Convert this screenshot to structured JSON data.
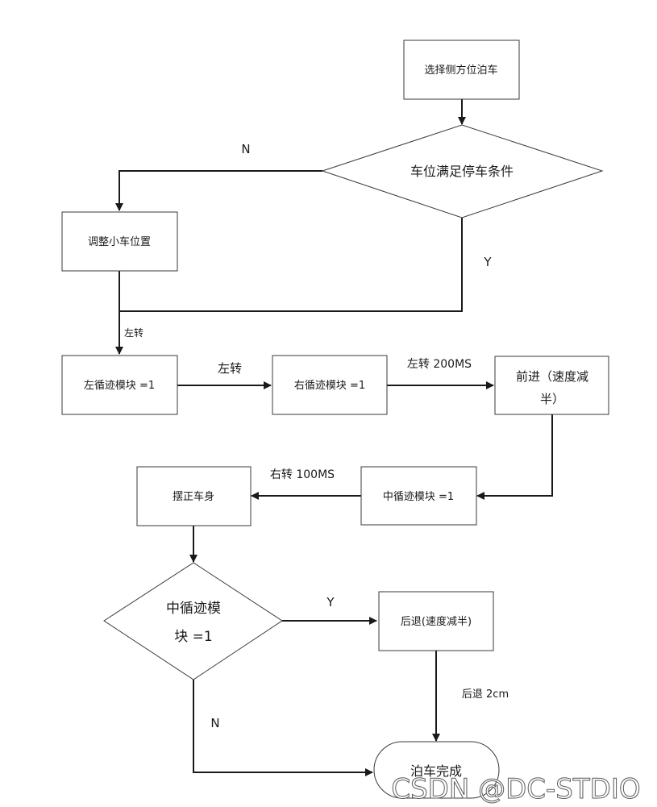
{
  "nodes": {
    "select_parking": "选择侧方位泊车",
    "space_ok": "车位满足停车条件",
    "adjust_car": "调整小车位置",
    "left_track": "左循迹模块 =1",
    "right_track": "右循迹模块 =1",
    "forward_half_line1": "前进（速度减",
    "forward_half_line2": "半）",
    "mid_track": "中循迹模块 =1",
    "straighten": "摆正车身",
    "mid_check_line1": "中循迹模",
    "mid_check_line2": "块 =1",
    "reverse_half": "后退(速度减半)",
    "done": "泊车完成"
  },
  "edge_labels": {
    "no_space": "N",
    "yes_space": "Y",
    "left_turn_small": "左转",
    "left_turn": "左转",
    "left_turn_200": "左转 200MS",
    "right_turn_100": "右转 100MS",
    "mid_yes": "Y",
    "reverse_2cm": "后退 2cm",
    "mid_no": "N"
  },
  "watermark": "CSDN @DC-STDIO"
}
